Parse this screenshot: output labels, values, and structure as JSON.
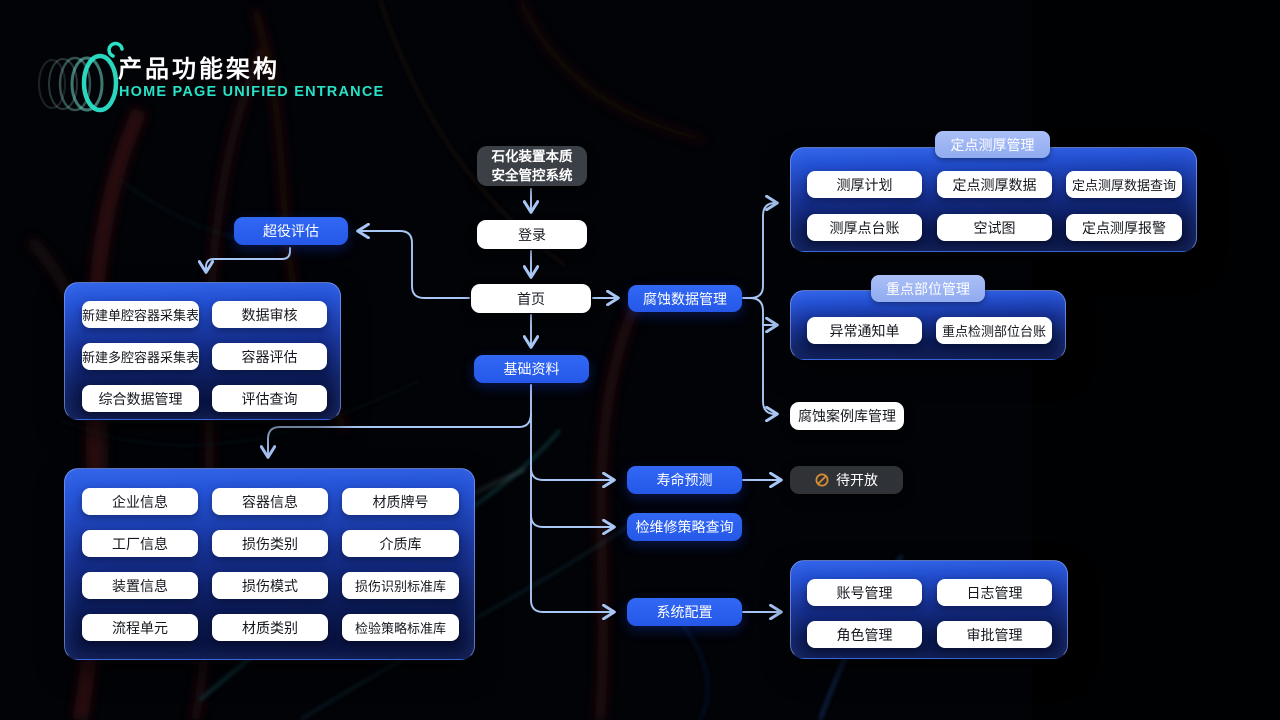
{
  "header": {
    "title": "产品功能架构",
    "subtitle": "HOME PAGE UNIFIED ENTRANCE"
  },
  "nodes": {
    "root_line1": "石化装置本质",
    "root_line2": "安全管控系统",
    "login": "登录",
    "home": "首页",
    "overdue_assessment": "超役评估",
    "basic_data": "基础资料",
    "corrosion_mgmt": "腐蚀数据管理",
    "life_prediction": "寿命预测",
    "pending": "待开放",
    "maintenance_query": "检维修策略查询",
    "system_config": "系统配置",
    "corrosion_case_lib": "腐蚀案例库管理"
  },
  "panels": {
    "assessment": {
      "items": [
        "新建单腔容器采集表",
        "数据审核",
        "新建多腔容器采集表",
        "容器评估",
        "综合数据管理",
        "评估查询"
      ]
    },
    "basic": {
      "items": [
        "企业信息",
        "容器信息",
        "材质牌号",
        "工厂信息",
        "损伤类别",
        "介质库",
        "装置信息",
        "损伤模式",
        "损伤识别标准库",
        "流程单元",
        "材质类别",
        "检验策略标准库"
      ]
    },
    "thickness": {
      "title": "定点测厚管理",
      "items": [
        "测厚计划",
        "定点测厚数据",
        "定点测厚数据查询",
        "测厚点台账",
        "空试图",
        "定点测厚报警"
      ]
    },
    "key_parts": {
      "title": "重点部位管理",
      "items": [
        "异常通知单",
        "重点检测部位台账"
      ]
    },
    "system": {
      "items": [
        "账号管理",
        "日志管理",
        "角色管理",
        "审批管理"
      ]
    }
  },
  "icons": {
    "pending": "forbidden-icon"
  },
  "colors": {
    "accent_teal": "#27e2c6",
    "node_blue": "#2a5fee",
    "tab_blue": "#9db7f3",
    "connector": "#a9c7f5",
    "warning_orange": "#d98a35",
    "dark_box": "#3b4046"
  }
}
